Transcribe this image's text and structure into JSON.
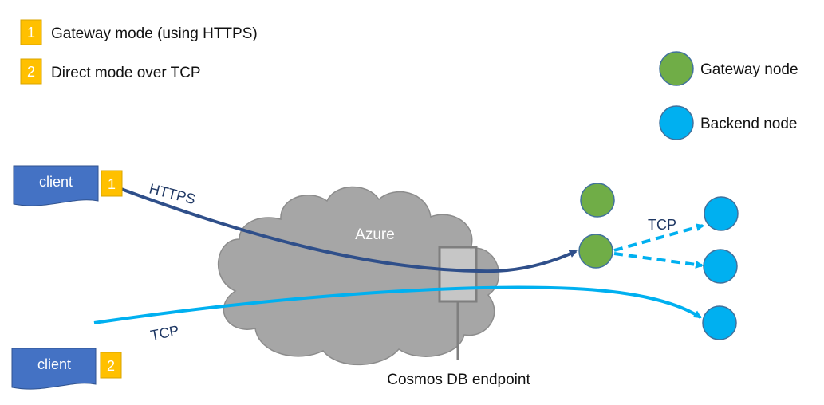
{
  "legend": {
    "items": [
      {
        "number": "1",
        "text": "Gateway mode (using HTTPS)"
      },
      {
        "number": "2",
        "text": "Direct mode over TCP"
      }
    ],
    "nodes": [
      {
        "label": "Gateway node",
        "color": "#70AD47"
      },
      {
        "label": "Backend node",
        "color": "#00B0F0"
      }
    ]
  },
  "clients": [
    {
      "label": "client",
      "badge": "1"
    },
    {
      "label": "client",
      "badge": "2"
    }
  ],
  "cloud_label": "Azure",
  "endpoint_label": "Cosmos DB endpoint",
  "connections": {
    "https_label": "HTTPS",
    "tcp_label": "TCP",
    "internal_tcp_label": "TCP"
  },
  "colors": {
    "badge": "#FFC000",
    "client": "#4472C4",
    "https_line": "#2F4F8A",
    "tcp_line": "#00B0F0",
    "cloud": "#A6A6A6",
    "endpoint": "#7F7F7F",
    "gateway_node": "#70AD47",
    "backend_node": "#00B0F0"
  }
}
